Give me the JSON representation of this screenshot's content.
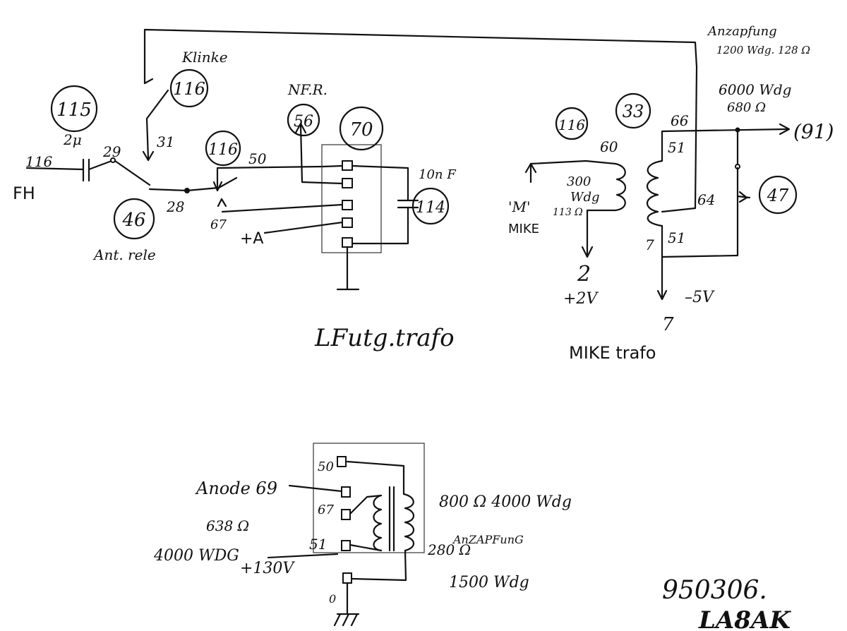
{
  "colors": {
    "ink": "#111111",
    "paper": "#ffffff",
    "frame": "#333333"
  },
  "lf_section": {
    "title": "LFutg.trafo",
    "klinke_label": "Klinke",
    "nfr_label": "NF.R.",
    "fh_label": "FH",
    "cap_label": "2μ",
    "ant_rele_label": "Ant. rele",
    "cap2_label": "10n F",
    "plus_a_label": "+A",
    "nodes": {
      "n116a": "116",
      "n29": "29",
      "n31": "31",
      "n28": "28",
      "n50": "50",
      "n67": "67",
      "n116b": "116"
    },
    "circled": {
      "c115": "115",
      "c116": "116",
      "c116b": "116",
      "c46": "46",
      "c56": "56",
      "c70": "70",
      "c114": "114"
    }
  },
  "mike_section": {
    "title": "MIKE trafo",
    "tap_label": "Anzapfung",
    "tap_detail": "1200 Wdg. 128 Ω",
    "wdg6000": "6000 Wdg",
    "ohm680": "680 Ω",
    "out_label": "(91)",
    "mike_label": "'M'",
    "mike_text": "MIKE",
    "wdg300": "300",
    "wdg_unit": "Wdg",
    "ohm113": "113 Ω",
    "plus2v": "+2V",
    "minus5v": "–5V",
    "nodes": {
      "n60": "60",
      "n66": "66",
      "n51a": "51",
      "n64": "64",
      "n7a": "7",
      "n51b": "51",
      "n2": "2",
      "n7b": "7"
    },
    "circled": {
      "c116": "116",
      "c33": "33",
      "c47": "47"
    }
  },
  "out_section": {
    "anode_label": "Anode 69",
    "n50": "50",
    "n67": "67",
    "n51": "51",
    "n0": "0",
    "ohm638": "638 Ω",
    "wdg4000_left": "4000 WDG",
    "plus130v": "+130V",
    "ohm800_wdg4000": "800 Ω  4000 Wdg",
    "ohm280": "280 Ω",
    "anzapfung": "AnZAPFunG",
    "wdg1500": "1500 Wdg"
  },
  "footer": {
    "date": "950306.",
    "signature": "LA8AK"
  }
}
